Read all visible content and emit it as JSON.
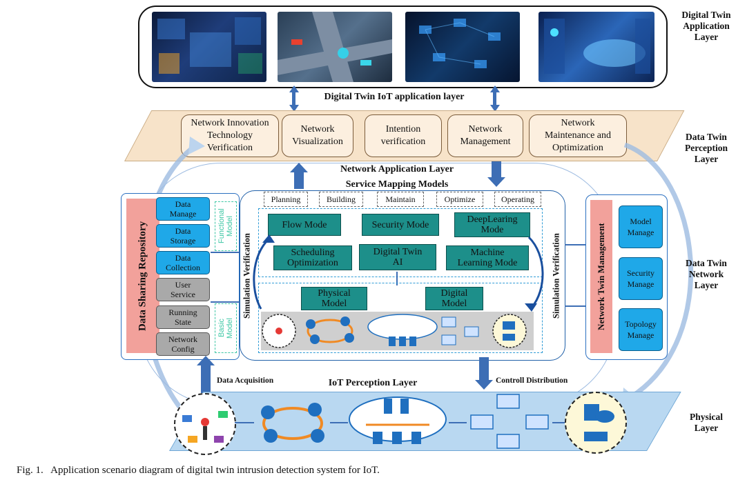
{
  "layers": {
    "app": "Digital Twin\nApplication\nLayer",
    "perception": "Data Twin\nPerception\nLayer",
    "network": "Data Twin\nNetwork\nLayer",
    "physical": "Physical\nLayer"
  },
  "labels": {
    "iot_app_layer": "Digital Twin IoT application layer",
    "network_app_layer": "Network Application Layer",
    "service_mapping": "Service Mapping Models",
    "data_acquisition": "Data Acquisition",
    "iot_perception": "IoT Perception Layer",
    "control_distribution": "Controll Distribution",
    "sim_left": "Simulation Verification",
    "sim_right": "Simulation Verification",
    "functional_model": "Functional\nModel",
    "basic_model": "Basic\nModel"
  },
  "perception_boxes": [
    "Network Innovation\nTechnology\nVerification",
    "Network\nVisualization",
    "Intention\nverification",
    "Network\nManagement",
    "Network\nMaintenance and\nOptimization"
  ],
  "repository": {
    "title": "Data Sharing Repository",
    "blue_items": [
      "Data\nManage",
      "Data\nStorage",
      "Data\nCollection"
    ],
    "gray_items": [
      "User\nService",
      "Running\nState",
      "Network\nConfig"
    ]
  },
  "tabs": [
    "Planning",
    "Building",
    "Maintain",
    "Optimize",
    "Operating"
  ],
  "models": {
    "flow": "Flow Mode",
    "security": "Security Mode",
    "deep": "DeepLearing\nMode",
    "scheduling": "Scheduling\nOptimization",
    "twin_ai": "Digital Twin\nAI",
    "ml": "Machine\nLearning Mode",
    "physical": "Physical\nModel",
    "digital": "Digital\nModel"
  },
  "management": {
    "title": "Network Twin Management",
    "items": [
      "Model\nManage",
      "Security\nManage",
      "Topology\nManage"
    ]
  },
  "caption": "Fig. 1.   Application scenario diagram of digital twin intrusion detection system for IoT.",
  "colors": {
    "arrow_blue": "#3d6eb5",
    "button_blue": "#1fa8e8",
    "button_teal": "#1d8f8a",
    "title_pink": "#f2a19b"
  }
}
